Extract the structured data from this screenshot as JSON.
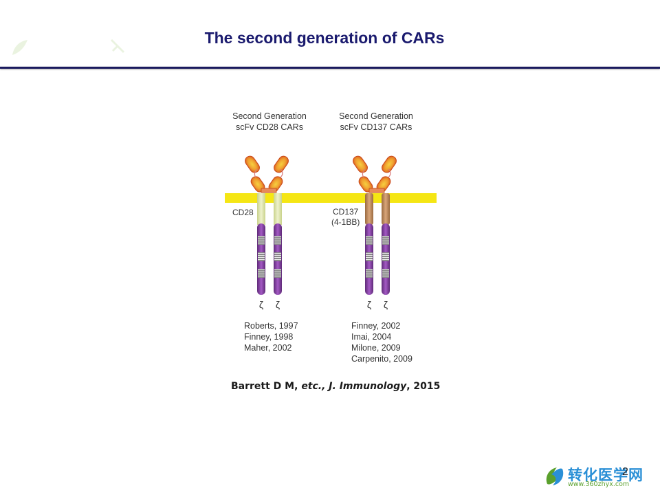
{
  "slide": {
    "title": "The second generation of CARs",
    "page_number": "2"
  },
  "figure": {
    "left_panel": {
      "heading_line1": "Second Generation",
      "heading_line2": "scFv CD28 CARs",
      "domain_label": "CD28",
      "zeta_left": "ζ",
      "zeta_right": "ζ",
      "refs": [
        "Roberts, 1997",
        "Finney, 1998",
        "Maher, 2002"
      ]
    },
    "right_panel": {
      "heading_line1": "Second Generation",
      "heading_line2": "scFv CD137 CARs",
      "domain_label_line1": "CD137",
      "domain_label_line2": "(4-1BB)",
      "zeta_left": "ζ",
      "zeta_right": "ζ",
      "refs": [
        "Finney, 2002",
        "Imai, 2004",
        "Milone, 2009",
        "Carpenito, 2009"
      ]
    },
    "colors": {
      "membrane": "#f5e614",
      "cd28_domain": "#dfe6b0",
      "cd137_domain": "#c08a5c",
      "zeta_chain": "#7d3a9a",
      "scfv_fill": "#e8762a",
      "scfv_core": "#f3c02c"
    }
  },
  "citation": {
    "authors": "Barrett D M, ",
    "etc": "etc., J. Immunology",
    "year": ", 2015"
  },
  "logo": {
    "name_cn": "转化医学网",
    "url": "www.360zhyx.com"
  }
}
